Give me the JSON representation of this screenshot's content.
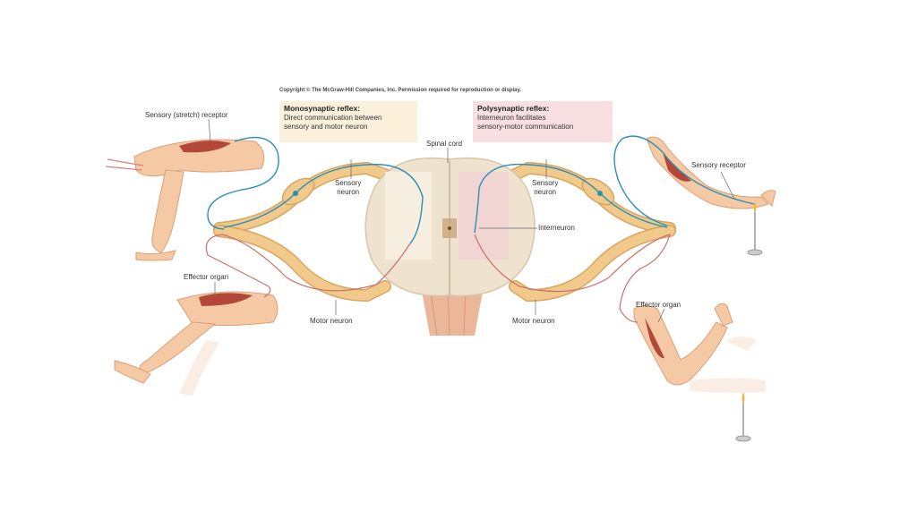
{
  "copyright": "Copyright © The McGraw-Hill Companies, Inc. Permission required for reproduction or display.",
  "monosynaptic": {
    "title": "Monosynaptic reflex:",
    "line1": "Direct communication between",
    "line2": "sensory and motor neuron"
  },
  "polysynaptic": {
    "title": "Polysynaptic reflex:",
    "line1": "Interneuron facilitates",
    "line2": "sensory-motor communication"
  },
  "labels": {
    "sensory_stretch_receptor": "Sensory (stretch) receptor",
    "spinal_cord": "Spinal cord",
    "sensory_neuron_left_1": "Sensory",
    "sensory_neuron_left_2": "neuron",
    "sensory_neuron_right_1": "Sensory",
    "sensory_neuron_right_2": "neuron",
    "sensory_receptor": "Sensory receptor",
    "interneuron": "Interneuron",
    "effector_organ_left": "Effector organ",
    "effector_organ_right": "Effector organ",
    "motor_neuron_left": "Motor neuron",
    "motor_neuron_right": "Motor neuron"
  },
  "colors": {
    "nerve": "#f1c98b",
    "nerve_edge": "#d9a560",
    "sensory_path": "#2a8fb5",
    "motor_path": "#c9706a",
    "cord": "#efe3cf",
    "skin": "#f4c9a4",
    "muscle": "#b2473a"
  }
}
